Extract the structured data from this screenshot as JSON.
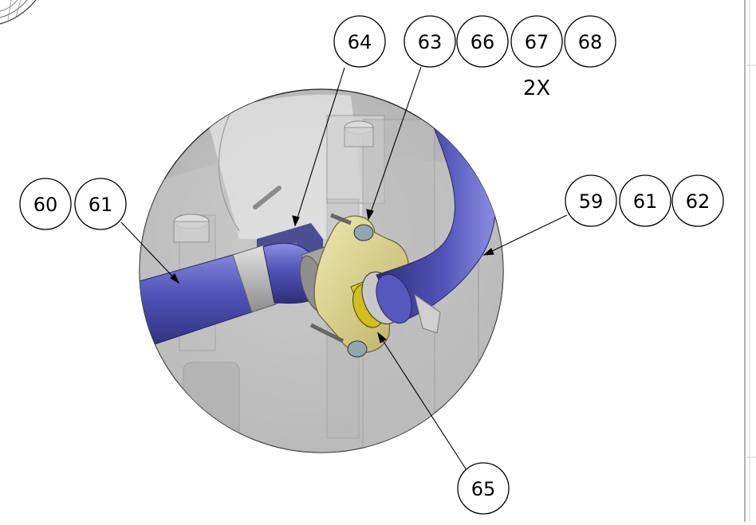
{
  "drawing": {
    "balloons": {
      "b64": "64",
      "b63": "63",
      "b66": "66",
      "b67": "67",
      "b68": "68",
      "b60": "60",
      "b61_left": "61",
      "b59": "59",
      "b61_right": "61",
      "b62": "62",
      "b65": "65"
    },
    "quantity_note": "2X",
    "colors": {
      "pipe": "#4b4fb0",
      "bracket": "#d8cf87",
      "fitting_gold": "#e3cf2a",
      "detail_circle": "#bdbdbd"
    }
  }
}
